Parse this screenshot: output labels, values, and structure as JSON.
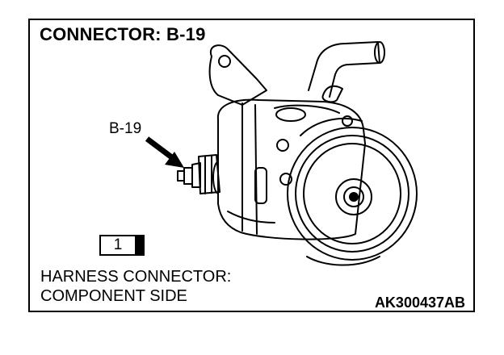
{
  "title": "CONNECTOR: B-19",
  "callout_label": "B-19",
  "pin_number": "1",
  "note_line1": "HARNESS CONNECTOR:",
  "note_line2": "COMPONENT SIDE",
  "figure_code": "AK300437AB",
  "icons": [
    "power-steering-pump-drawing",
    "pointer-arrow",
    "connector-pin-box"
  ]
}
